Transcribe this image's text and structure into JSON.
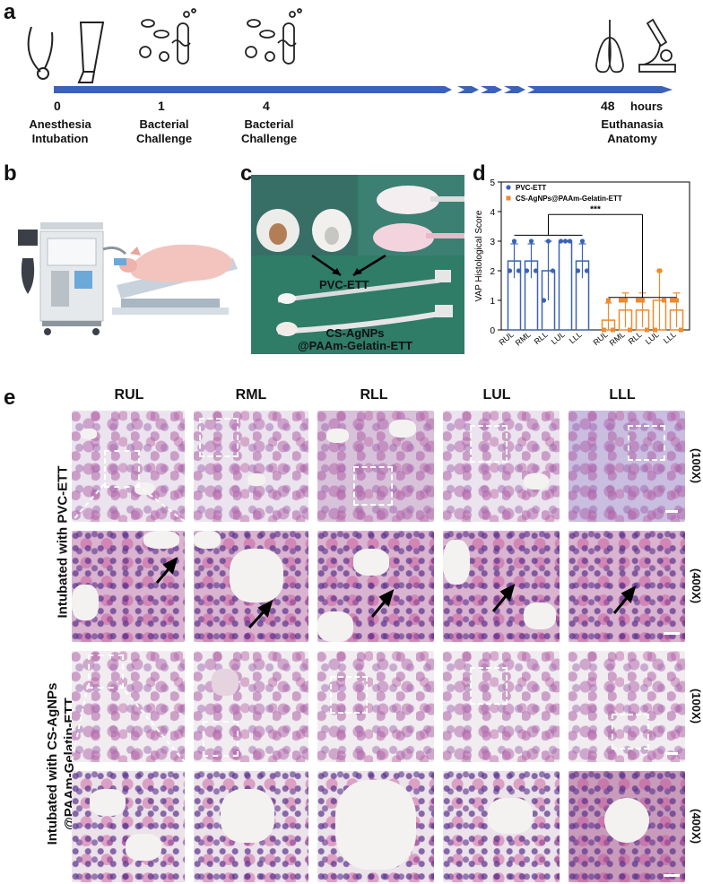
{
  "panels": {
    "a": "a",
    "b": "b",
    "c": "c",
    "d": "d",
    "e": "e"
  },
  "timeline": {
    "points": [
      {
        "num": "0",
        "label_lines": [
          "Anesthesia",
          "Intubation"
        ]
      },
      {
        "num": "1",
        "label_lines": [
          "Bacterial",
          "Challenge"
        ]
      },
      {
        "num": "4",
        "label_lines": [
          "Bacterial",
          "Challenge"
        ]
      },
      {
        "num": "48",
        "unit": "hours",
        "label_lines": [
          "Euthanasia",
          "Anatomy"
        ]
      }
    ],
    "color": "#3a62b8"
  },
  "photo_c": {
    "label_pvc": "PVC-ETT",
    "label_cs_1": "CS-AgNPs",
    "label_cs_2": "@PAAm-Gelatin-ETT"
  },
  "chart_data": {
    "type": "bar",
    "categories": [
      "RUL",
      "RML",
      "RLL",
      "LUL",
      "LLL"
    ],
    "ylabel": "VAP Histological Score",
    "ylim": [
      0,
      5
    ],
    "yticks": [
      "0",
      "1",
      "2",
      "3",
      "4",
      "5"
    ],
    "significance": "***",
    "legend_position": "top-left",
    "series": [
      {
        "name": "PVC-ETT",
        "color": "#3a62b8",
        "marker": "circle",
        "values": [
          2.33,
          2.33,
          2.0,
          3.0,
          2.33
        ],
        "errors": [
          0.58,
          0.58,
          1.0,
          0.0,
          0.58
        ],
        "points": [
          [
            2,
            3,
            2
          ],
          [
            2,
            3,
            2
          ],
          [
            1,
            3,
            2
          ],
          [
            3,
            3,
            3
          ],
          [
            2,
            3,
            2
          ]
        ]
      },
      {
        "name": "CS-AgNPs@PAAm-Gelatin-ETT",
        "color": "#ef8a2e",
        "marker": "square",
        "values": [
          0.33,
          0.67,
          0.67,
          1.0,
          0.67
        ],
        "errors": [
          0.58,
          0.58,
          0.58,
          1.0,
          0.58
        ],
        "points": [
          [
            0,
            1,
            0
          ],
          [
            1,
            1,
            0
          ],
          [
            1,
            1,
            0
          ],
          [
            0,
            2,
            1
          ],
          [
            1,
            1,
            0
          ]
        ]
      }
    ]
  },
  "histology": {
    "columns": [
      "RUL",
      "RML",
      "RLL",
      "LUL",
      "LLL"
    ],
    "magnifications": {
      "low": "(100X)",
      "high": "(400X)"
    },
    "row_label_pvc": "Intubated with PVC-ETT",
    "row_label_cs_1": "Intubated with CS-AgNPs",
    "row_label_cs_2": "@PAAm-Gelatin-ETT"
  }
}
